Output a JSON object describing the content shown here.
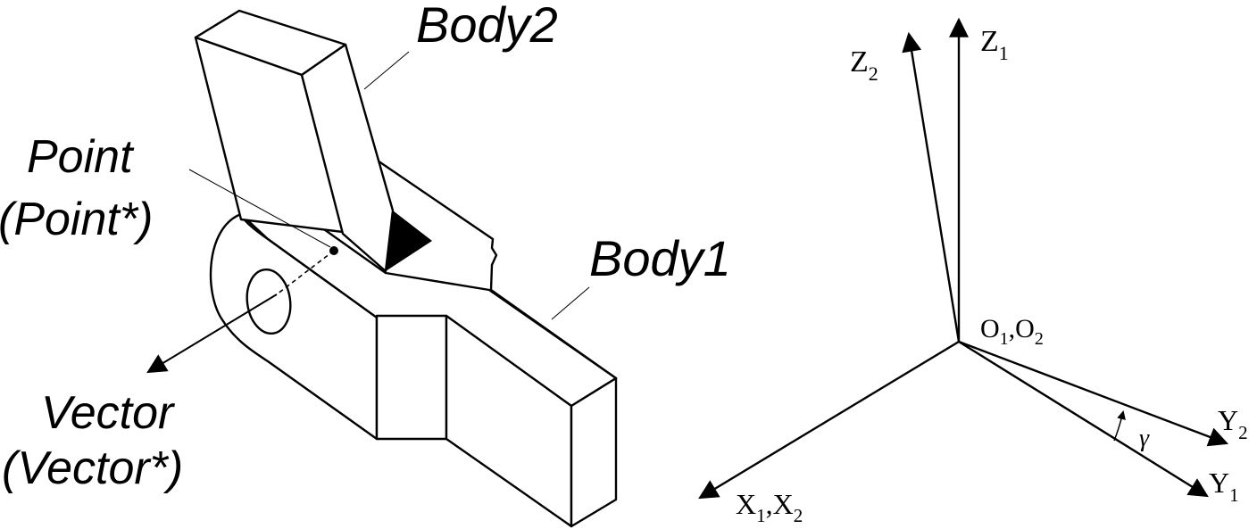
{
  "left_figure": {
    "body2_label": "Body2",
    "body1_label": "Body1",
    "point_label": "Point",
    "point_sub_label": "(Point*)",
    "vector_label": "Vector",
    "vector_sub_label": "(Vector*)"
  },
  "right_figure": {
    "z1": {
      "letter": "Z",
      "sub": "1"
    },
    "z2": {
      "letter": "Z",
      "sub": "2"
    },
    "origin": {
      "a": "O",
      "a_sub": "1",
      "sep": ",",
      "b": "O",
      "b_sub": "2"
    },
    "x": {
      "a": "X",
      "a_sub": "1",
      "sep": ",",
      "b": "X",
      "b_sub": "2"
    },
    "y1": {
      "letter": "Y",
      "sub": "1"
    },
    "y2": {
      "letter": "Y",
      "sub": "2"
    },
    "angle": "γ"
  }
}
